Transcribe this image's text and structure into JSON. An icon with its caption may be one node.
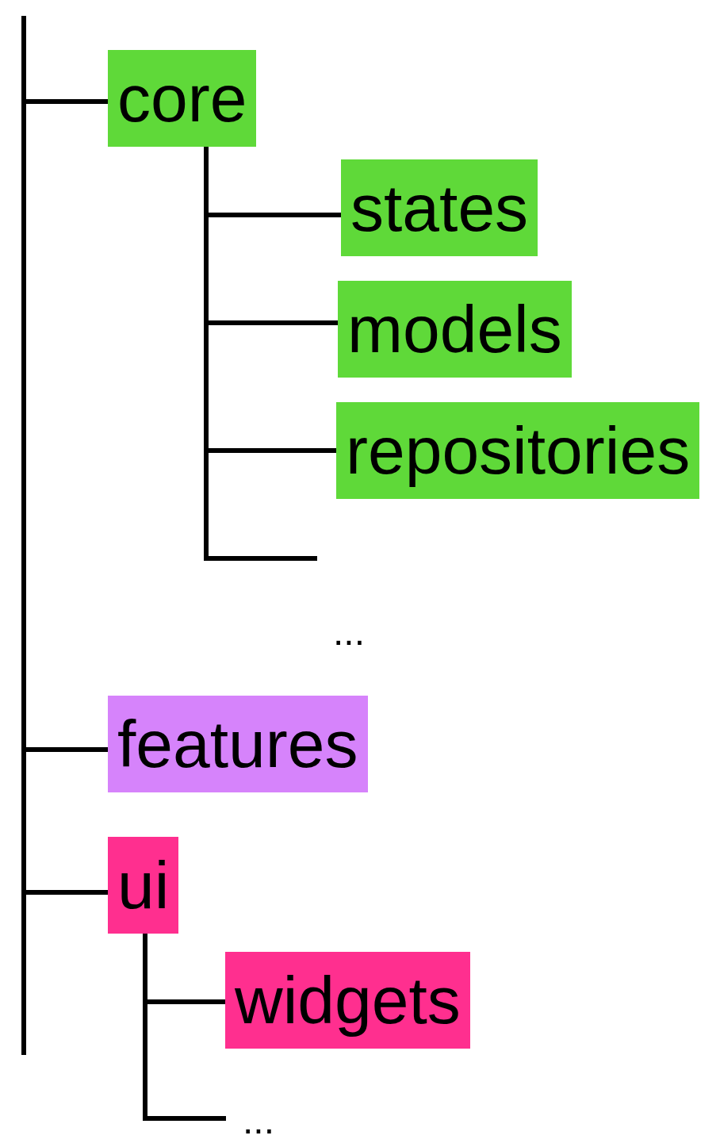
{
  "diagram": {
    "nodes": [
      {
        "text": [
          "core"
        ]
      },
      {
        "text": [
          "states"
        ]
      },
      {
        "text": [
          "models"
        ]
      },
      {
        "text": [
          "repositories"
        ]
      },
      {
        "text": [
          "features"
        ]
      },
      {
        "text": [
          "ui"
        ]
      },
      {
        "text": [
          "widgets"
        ]
      }
    ],
    "edges": [
      {
        "from": null,
        "to": 0,
        "arrow": "none"
      },
      {
        "from": null,
        "to": 4,
        "arrow": "none"
      },
      {
        "from": null,
        "to": 5,
        "arrow": "none"
      },
      {
        "from": 0,
        "to": 1,
        "arrow": "none"
      },
      {
        "from": 0,
        "to": 2,
        "arrow": "none"
      },
      {
        "from": 0,
        "to": 3,
        "arrow": "none"
      },
      {
        "from": 0,
        "to": null,
        "arrow": "none"
      },
      {
        "from": 5,
        "to": 6,
        "arrow": "none"
      },
      {
        "from": 5,
        "to": null,
        "arrow": "none"
      }
    ],
    "labels": [
      "...",
      "..."
    ]
  }
}
